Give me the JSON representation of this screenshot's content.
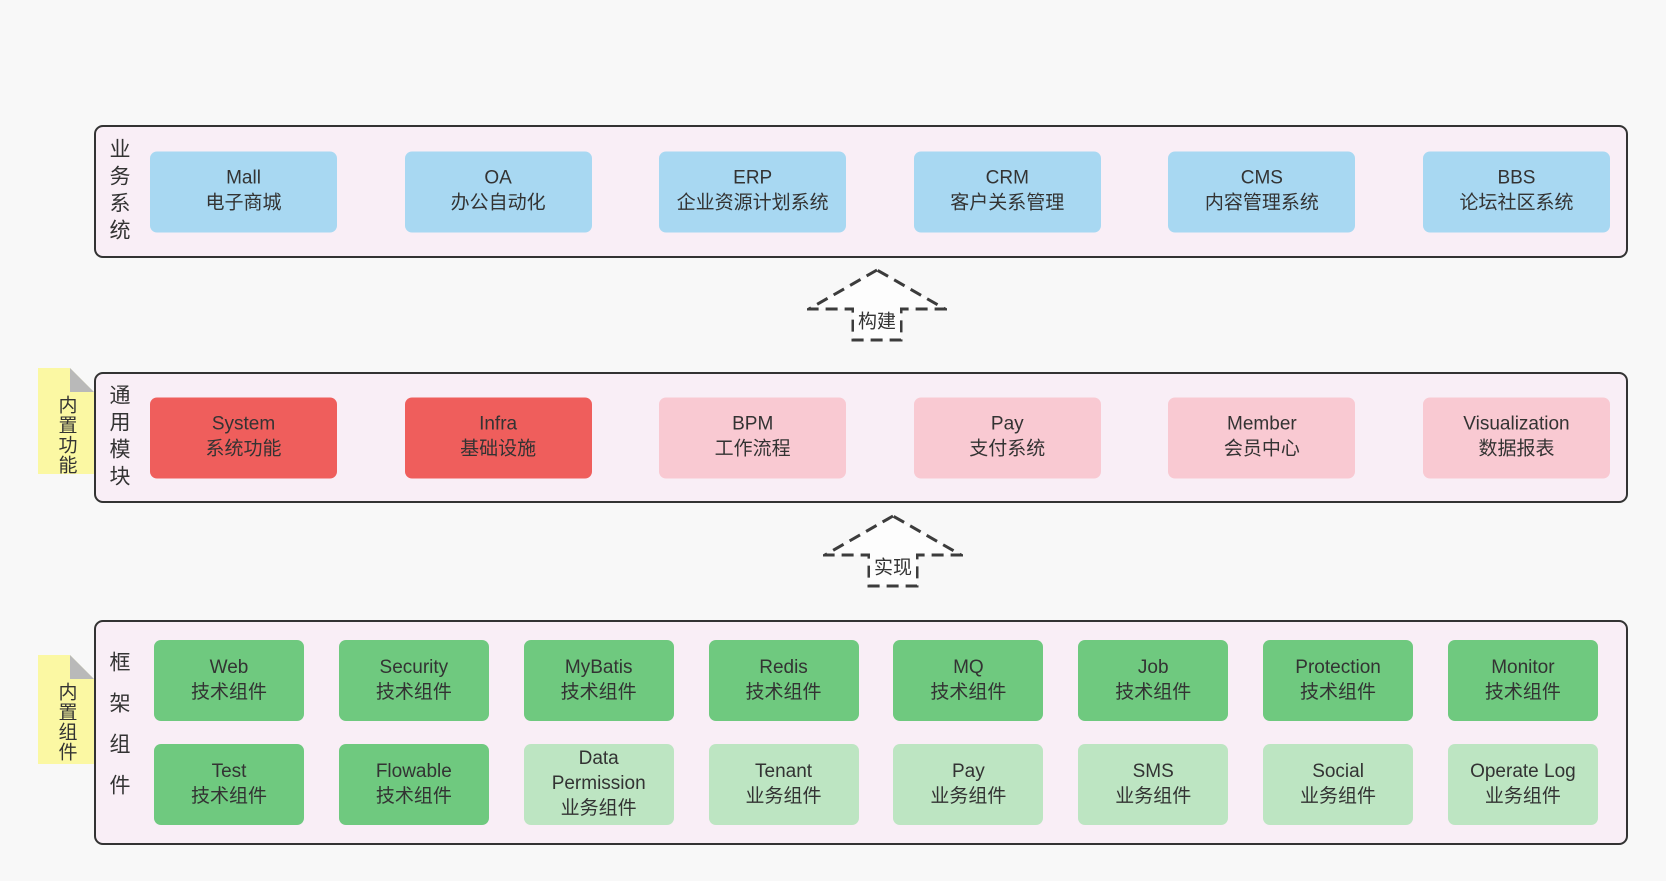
{
  "colors": {
    "page_bg": "#f8f8f8",
    "panel_bg": "#f9eef6",
    "panel_border": "#333333",
    "blue": "#a8d8f2",
    "red": "#ef5e5c",
    "pink": "#f9c9d2",
    "green": "#6fc97f",
    "light_green": "#bde5c2",
    "yellow": "#fbf8a3",
    "fold_gray": "#b9b9b9",
    "text": "#333333"
  },
  "arrows": {
    "build": "构建",
    "implement": "实现"
  },
  "sections": {
    "business": {
      "label": "业务系统",
      "boxes": [
        {
          "name": "Mall",
          "subtitle": "电子商城"
        },
        {
          "name": "OA",
          "subtitle": "办公自动化"
        },
        {
          "name": "ERP",
          "subtitle": "企业资源计划系统"
        },
        {
          "name": "CRM",
          "subtitle": "客户关系管理"
        },
        {
          "name": "CMS",
          "subtitle": "内容管理系统"
        },
        {
          "name": "BBS",
          "subtitle": "论坛社区系统"
        }
      ]
    },
    "modules": {
      "label": "通用模块",
      "sticky": "内置功能",
      "boxes": [
        {
          "name": "System",
          "subtitle": "系统功能"
        },
        {
          "name": "Infra",
          "subtitle": "基础设施"
        },
        {
          "name": "BPM",
          "subtitle": "工作流程"
        },
        {
          "name": "Pay",
          "subtitle": "支付系统"
        },
        {
          "name": "Member",
          "subtitle": "会员中心"
        },
        {
          "name": "Visualization",
          "subtitle": "数据报表"
        }
      ]
    },
    "framework": {
      "label": "框架组件",
      "sticky": "内置组件",
      "rows": [
        [
          {
            "name": "Web",
            "subtitle": "技术组件"
          },
          {
            "name": "Security",
            "subtitle": "技术组件"
          },
          {
            "name": "MyBatis",
            "subtitle": "技术组件"
          },
          {
            "name": "Redis",
            "subtitle": "技术组件"
          },
          {
            "name": "MQ",
            "subtitle": "技术组件"
          },
          {
            "name": "Job",
            "subtitle": "技术组件"
          },
          {
            "name": "Protection",
            "subtitle": "技术组件"
          },
          {
            "name": "Monitor",
            "subtitle": "技术组件"
          }
        ],
        [
          {
            "name": "Test",
            "subtitle": "技术组件"
          },
          {
            "name": "Flowable",
            "subtitle": "技术组件"
          },
          {
            "name": "Data Permission",
            "subtitle": "业务组件"
          },
          {
            "name": "Tenant",
            "subtitle": "业务组件"
          },
          {
            "name": "Pay",
            "subtitle": "业务组件"
          },
          {
            "name": "SMS",
            "subtitle": "业务组件"
          },
          {
            "name": "Social",
            "subtitle": "业务组件"
          },
          {
            "name": "Operate Log",
            "subtitle": "业务组件"
          }
        ]
      ]
    }
  }
}
